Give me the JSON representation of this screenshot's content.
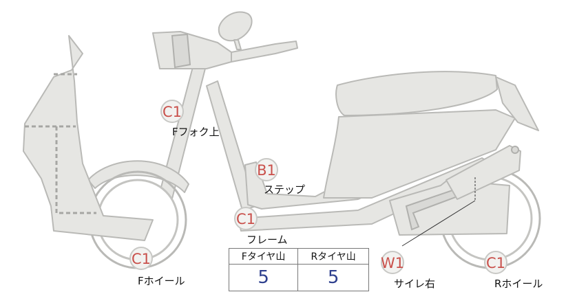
{
  "callouts": [
    {
      "id": "fork",
      "code": "C1",
      "label": "Fフォク上"
    },
    {
      "id": "step",
      "code": "B1",
      "label": "ステップ"
    },
    {
      "id": "frame",
      "code": "C1",
      "label": "フレーム"
    },
    {
      "id": "front-wheel",
      "code": "C1",
      "label": "Fホイール"
    },
    {
      "id": "side-right",
      "code": "W1",
      "label": "サイレ右"
    },
    {
      "id": "rear-wheel",
      "code": "C1",
      "label": "Rホイール"
    }
  ],
  "tire_table": {
    "headers": [
      "Fタイヤ山",
      "Rタイヤ山"
    ],
    "values": [
      "5",
      "5"
    ]
  },
  "colors": {
    "body": "#e6e6e3",
    "outline": "#b9b9b6",
    "code": "#c9504b",
    "value": "#2d3f8e"
  }
}
